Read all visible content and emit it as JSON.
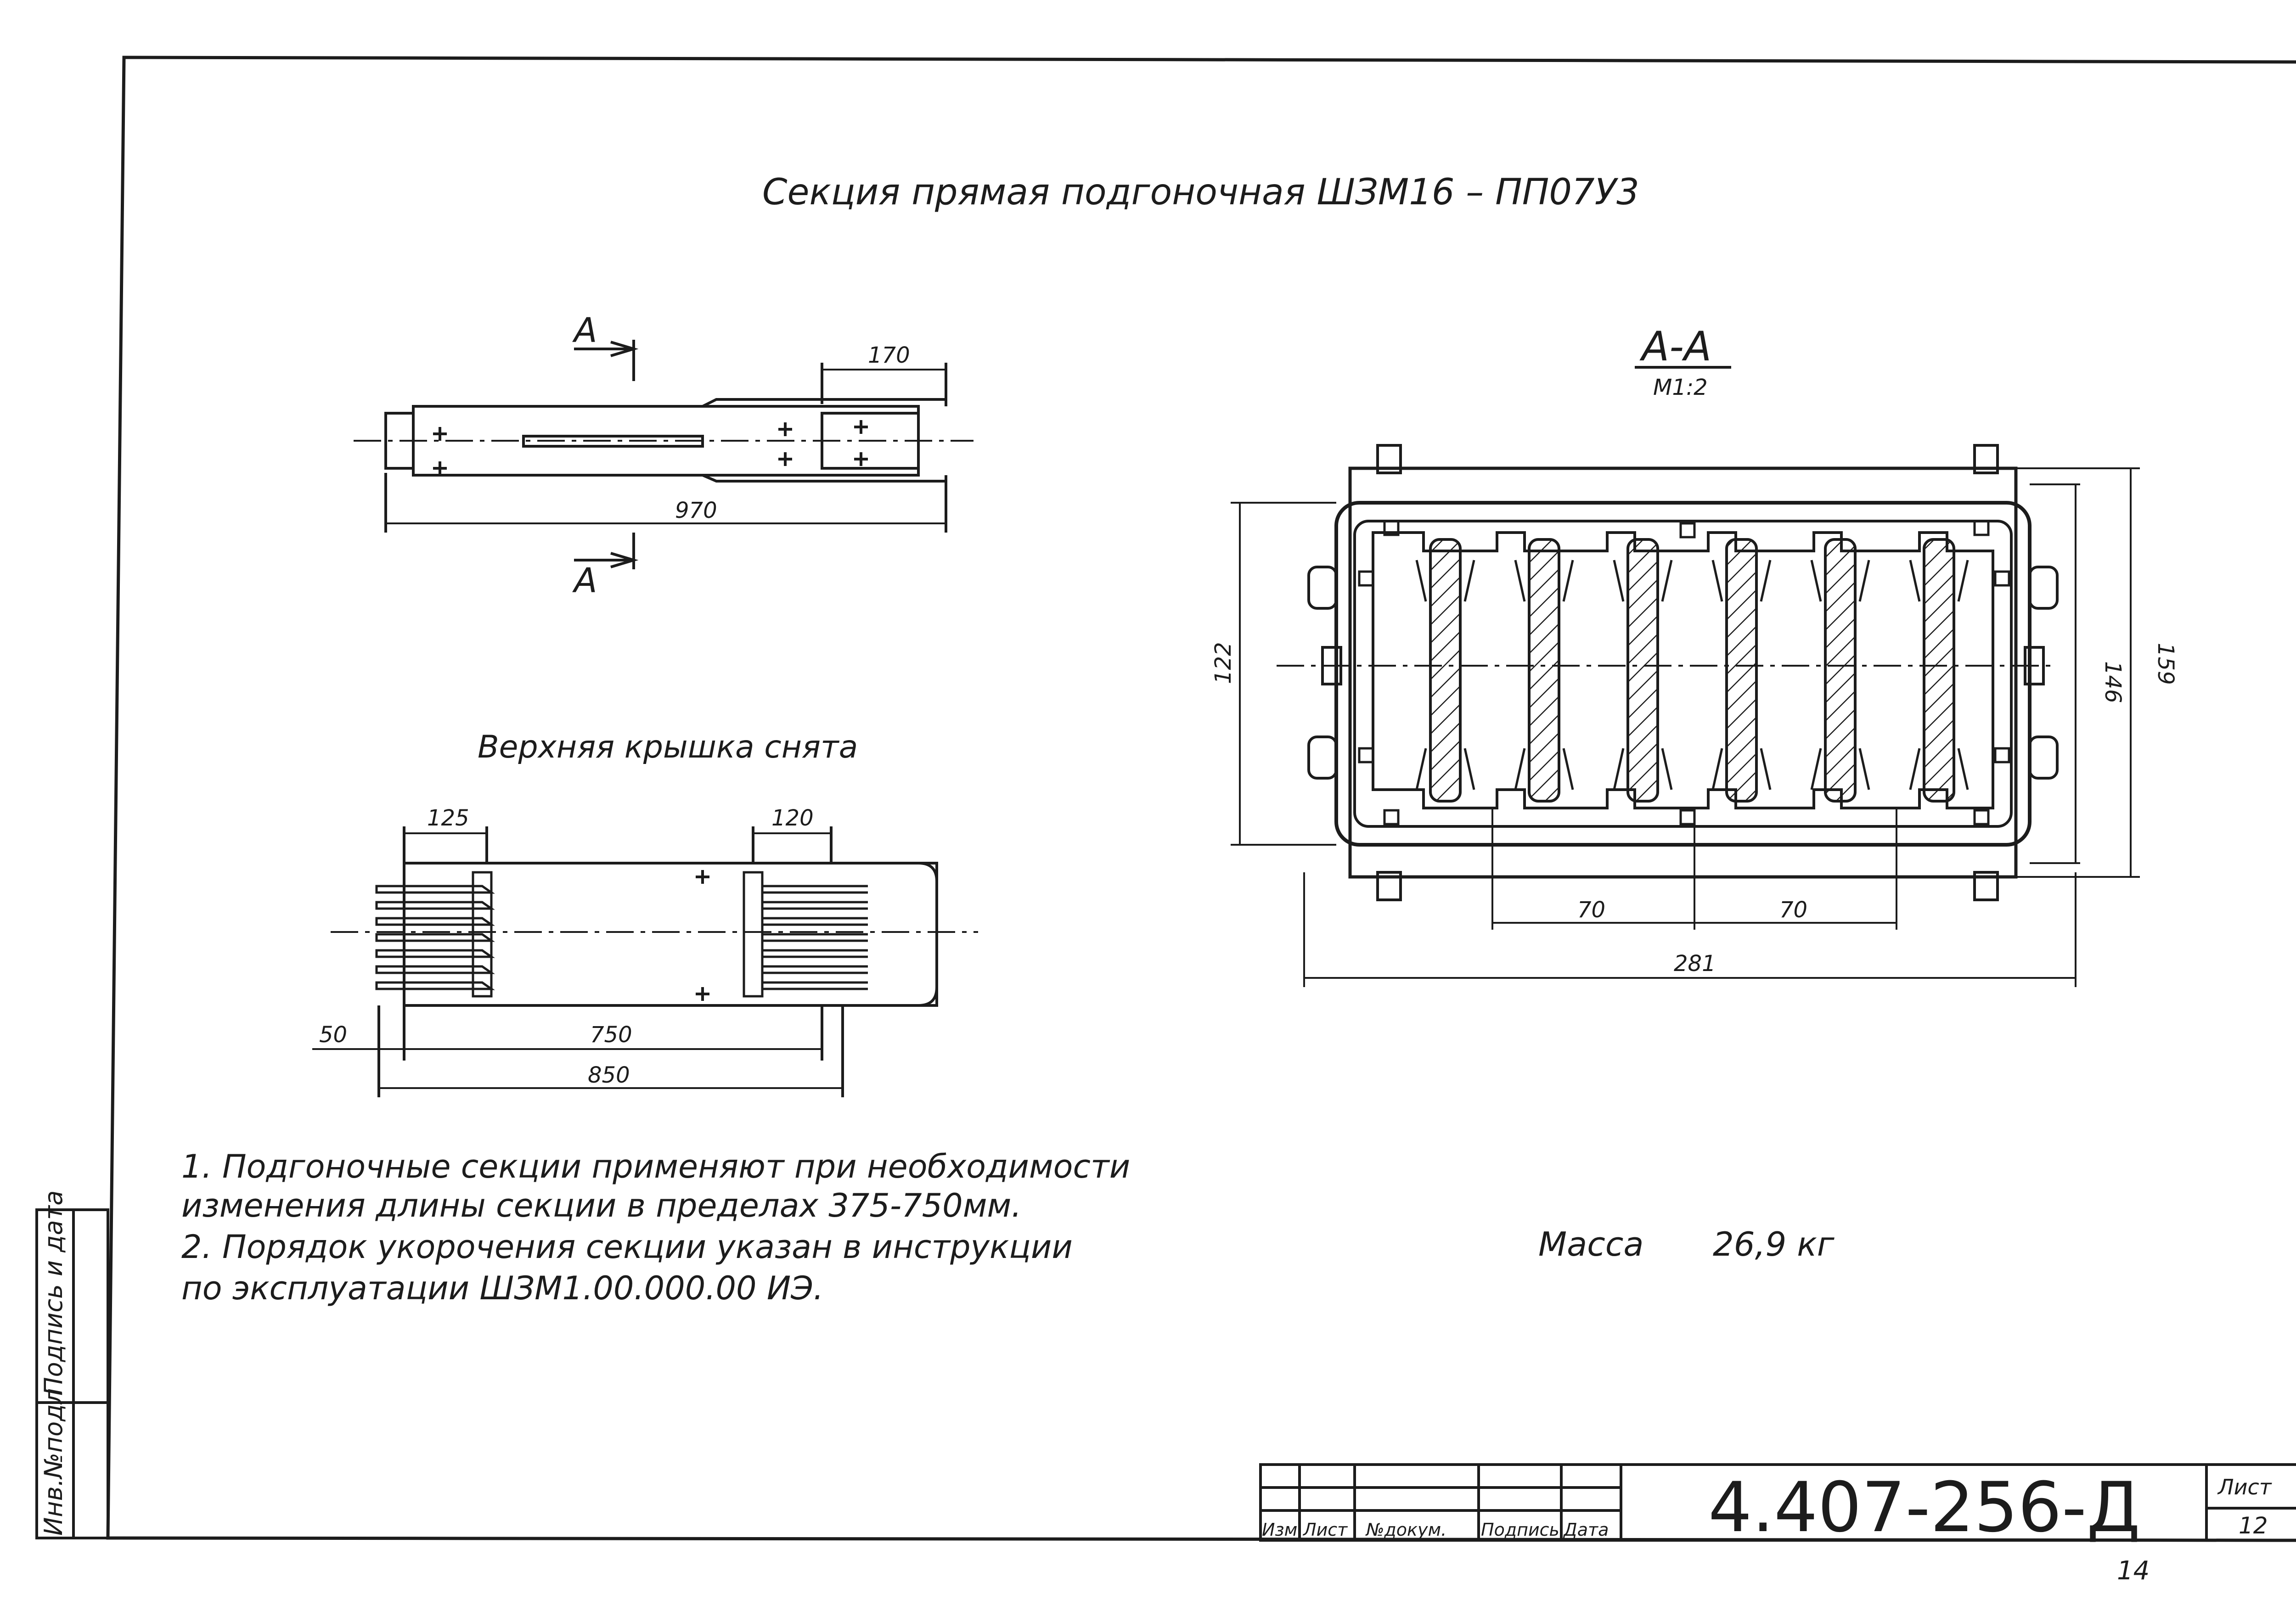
{
  "title": "Секция прямая подгоночная ШЗМ16 – ПП07У3",
  "view_top": {
    "section_mark_letter": "А",
    "dim_overall": "970",
    "dim_end": "170"
  },
  "view_cover_removed": {
    "caption": "Верхняя крышка снята",
    "dim_left_finger": "125",
    "dim_mid_finger": "120",
    "dim_offset": "50",
    "dim_adjust": "750",
    "dim_total": "850"
  },
  "section_aa": {
    "label": "А-А",
    "scale": "М1:2",
    "dim_inner_height": "122",
    "dim_height_146": "146",
    "dim_height_159": "159",
    "dim_pitch_1": "70",
    "dim_pitch_2": "70",
    "dim_width": "281"
  },
  "notes": [
    "1. Подгоночные секции применяют при необходимости",
    "изменения длины секции в пределах 375-750мм.",
    "2. Порядок укорочения секции указан в инструкции",
    "по эксплуатации ШЗМ1.00.000.00 ИЭ."
  ],
  "mass": {
    "label": "Масса",
    "value": "26,9 кг"
  },
  "title_block": {
    "document_code": "4.407-256-Д",
    "sheet_label": "Лист",
    "sheet_number": "12",
    "page_number": "14",
    "col_izm": "Изм",
    "col_list": "Лист",
    "col_doc": "№докум.",
    "col_sign": "Подпись",
    "col_date": "Дата"
  },
  "left_strip": {
    "inv_label": "Инв.№подл",
    "sign_date_label": "Подпись и дата"
  }
}
